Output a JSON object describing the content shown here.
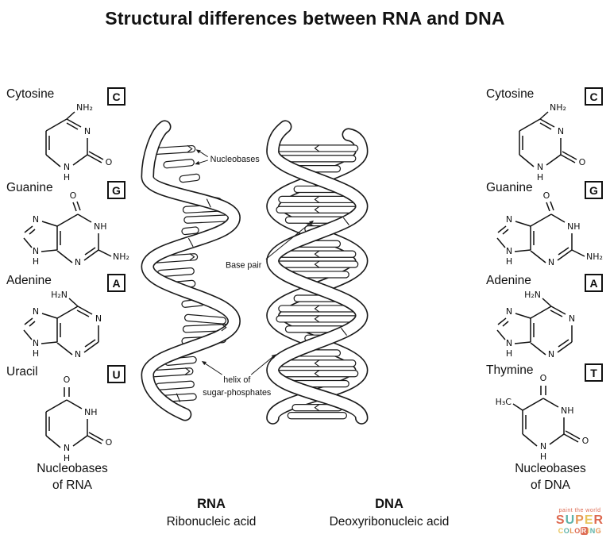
{
  "title": "Structural differences between RNA and DNA",
  "annotations": {
    "nucleobases": "Nucleobases",
    "base_pair": "Base pair",
    "helix_line1": "helix of",
    "helix_line2": "sugar-phosphates"
  },
  "molecules": {
    "cytosine": {
      "name": "Cytosine",
      "symbol": "C",
      "amine": "NH₂",
      "n1": "N",
      "o": "O",
      "n2": "N",
      "h": "H"
    },
    "guanine": {
      "name": "Guanine",
      "symbol": "G",
      "o": "O",
      "nh": "NH",
      "amine": "NH₂",
      "n1": "N",
      "n2": "N",
      "n3": "N",
      "h": "H"
    },
    "adenine": {
      "name": "Adenine",
      "symbol": "A",
      "amine": "H₂N",
      "n1": "N",
      "n2": "N",
      "n3": "N",
      "n4": "N",
      "h": "H"
    },
    "uracil": {
      "name": "Uracil",
      "symbol": "U",
      "o1": "O",
      "nh": "NH",
      "o2": "O",
      "n": "N",
      "h": "H"
    },
    "thymine": {
      "name": "Thymine",
      "symbol": "T",
      "o1": "O",
      "methyl": "H₃C",
      "nh": "NH",
      "o2": "O",
      "n": "N",
      "h": "H"
    }
  },
  "left_panel": {
    "caption_line1": "Nucleobases",
    "caption_line2": "of RNA"
  },
  "right_panel": {
    "caption_line1": "Nucleobases",
    "caption_line2": "of DNA"
  },
  "rna_caption": {
    "abbr": "RNA",
    "full": "Ribonucleic acid"
  },
  "dna_caption": {
    "abbr": "DNA",
    "full": "Deoxyribonucleic acid"
  },
  "logo": {
    "tagline": "paint the world",
    "super_letters": [
      "S",
      "U",
      "P",
      "E",
      "R"
    ],
    "coloring_letters": [
      "C",
      "O",
      "L",
      "O",
      "R",
      "I",
      "N",
      "G"
    ],
    "colors": {
      "coral": "#dd6950",
      "teal": "#5fb3a9",
      "orange": "#e69553",
      "yellow": "#e8c45c"
    }
  }
}
